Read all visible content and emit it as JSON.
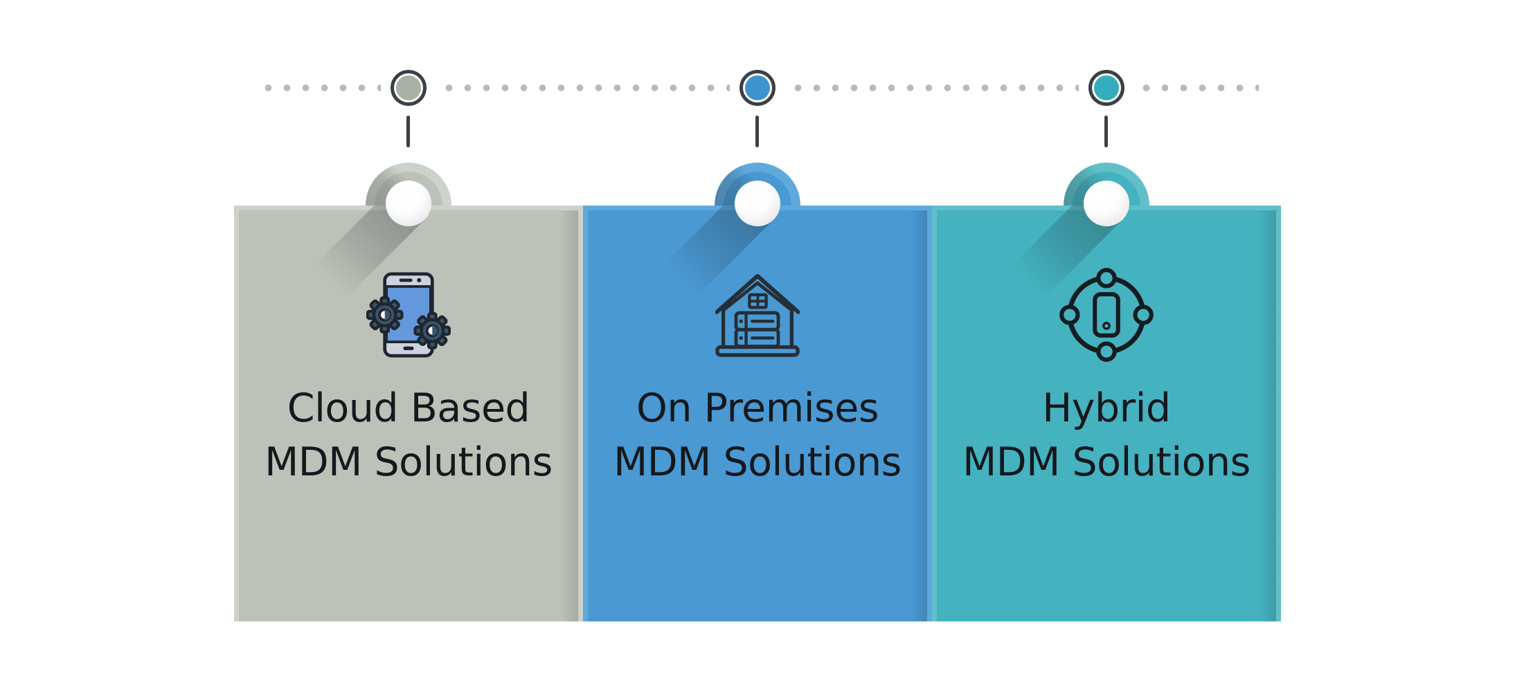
{
  "figure": {
    "background": "#ffffff",
    "text_color": "#15181c"
  },
  "timeline": {
    "dot_color": "#b9b9b9",
    "ring_color": "#3b4045",
    "connector_color": "#3b4045",
    "nodes": [
      {
        "id": "cloud-node",
        "color": "#a9b1a6"
      },
      {
        "id": "on-premises-node",
        "color": "#3e93cc"
      },
      {
        "id": "hybrid-node",
        "color": "#35adbc"
      }
    ]
  },
  "cards": [
    {
      "title_line1": "Cloud Based",
      "title_line2": "MDM Solutions",
      "icon": "phone-gears-icon",
      "main_color": "#bdc2b9",
      "rim_color": "#cdd2ca"
    },
    {
      "title_line1": "On Premises",
      "title_line2": "MDM Solutions",
      "icon": "warehouse-servers-icon",
      "main_color": "#4a99d3",
      "rim_color": "#5fa9dc"
    },
    {
      "title_line1": "Hybrid",
      "title_line2": "MDM Solutions",
      "icon": "connected-device-icon",
      "main_color": "#45b2c0",
      "rim_color": "#60c0ca"
    }
  ]
}
